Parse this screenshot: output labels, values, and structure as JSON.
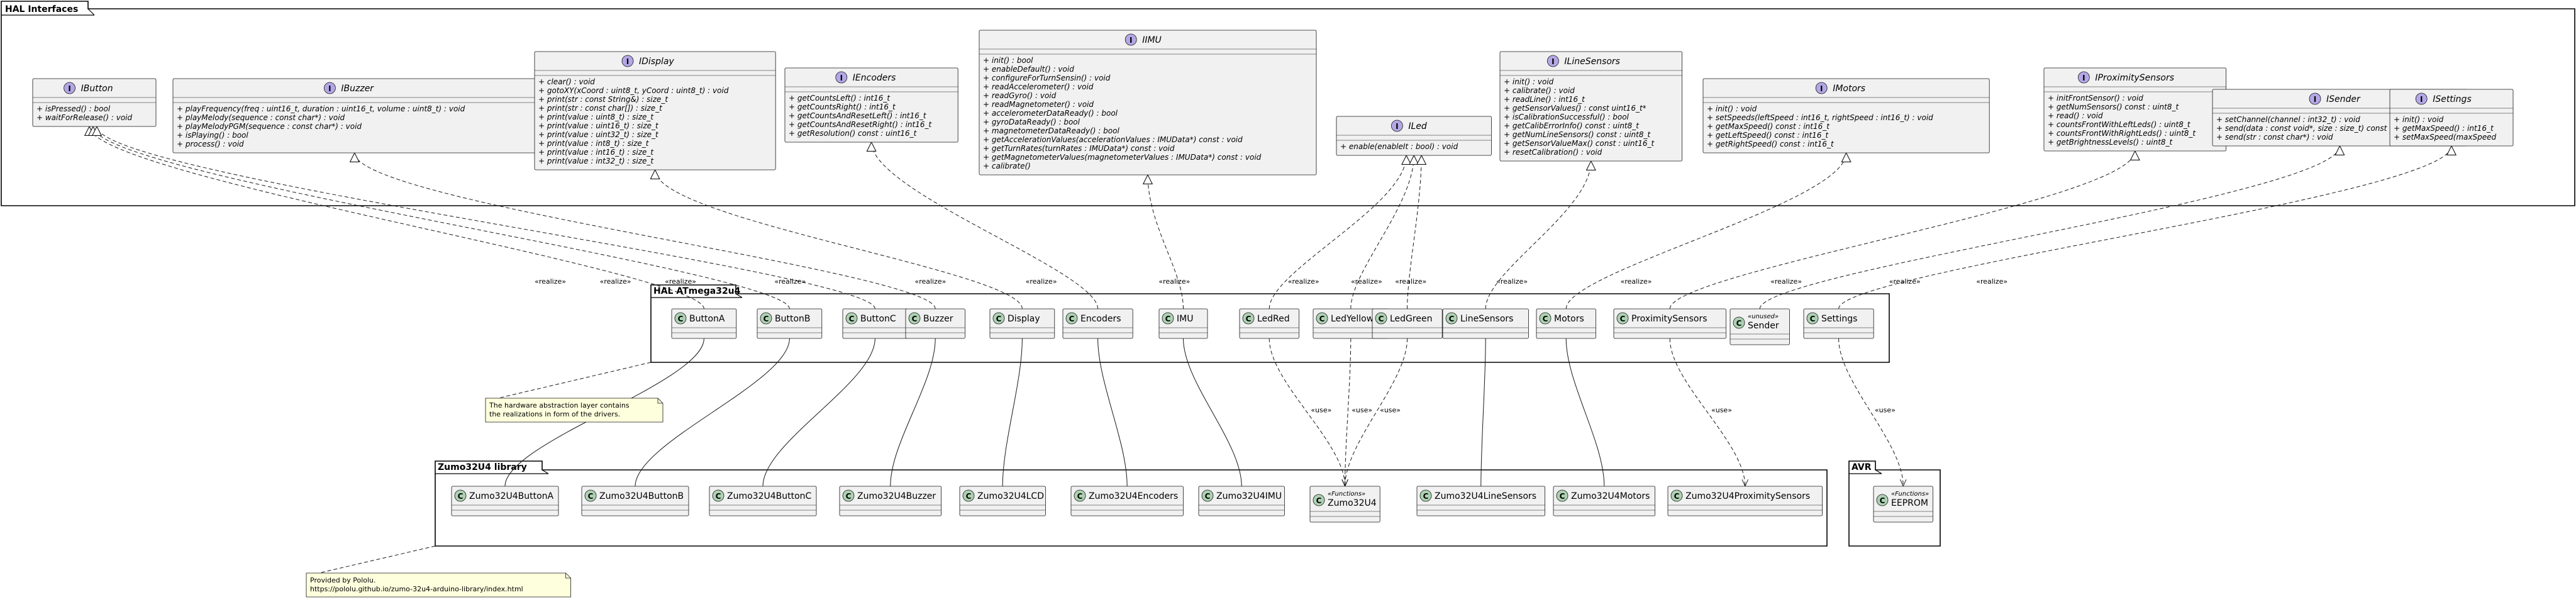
{
  "packages": {
    "hal_interfaces": "HAL Interfaces",
    "hal_atmega": "HAL ATmega32u4",
    "zumo": "Zumo32U4 library",
    "avr": "AVR"
  },
  "interfaces": [
    {
      "name": "IButton",
      "members": [
        "+ isPressed() : bool",
        "+ waitForRelease() : void"
      ]
    },
    {
      "name": "IBuzzer",
      "members": [
        "+ playFrequency(freq : uint16_t, duration : uint16_t, volume : uint8_t) : void",
        "+ playMelody(sequence : const char*) : void",
        "+ playMelodyPGM(sequence : const char*) : void",
        "+ isPlaying() : bool",
        "+ process() : void"
      ]
    },
    {
      "name": "IDisplay",
      "members": [
        "+ clear() : void",
        "+ gotoXY(xCoord : uint8_t, yCoord : uint8_t) : void",
        "+ print(str : const String&) : size_t",
        "+ print(str : const char[]) : size_t",
        "+ print(value : uint8_t) : size_t",
        "+ print(value : uint16_t) : size_t",
        "+ print(value : uint32_t) : size_t",
        "+ print(value : int8_t) : size_t",
        "+ print(value : int16_t) : size_t",
        "+ print(value : int32_t) : size_t"
      ]
    },
    {
      "name": "IEncoders",
      "members": [
        "+ getCountsLeft() : int16_t",
        "+ getCountsRight() : int16_t",
        "+ getCountsAndResetLeft() : int16_t",
        "+ getCountsAndResetRight() : int16_t",
        "+ getResolution() const : uint16_t"
      ]
    },
    {
      "name": "IIMU",
      "members": [
        "+ init() : bool",
        "+ enableDefault() : void",
        "+ configureForTurnSensin() : void",
        "+ readAccelerometer() : void",
        "+ readGyro() : void",
        "+ readMagnetometer() : void",
        "+ accelerometerDataReady() : bool",
        "+ gyroDataReady() : bool",
        "+ magnetometerDataReady() : bool",
        "+ getAccelerationValues(accelerationValues : IMUData*) const : void",
        "+ getTurnRates(turnRates : IMUData*) const : void",
        "+ getMagnetometerValues(magnetometerValues : IMUData*) const : void",
        "+ calibrate()"
      ]
    },
    {
      "name": "ILed",
      "members": [
        "+ enable(enableIt : bool) : void"
      ]
    },
    {
      "name": "ILineSensors",
      "members": [
        "+ init() : void",
        "+ calibrate() : void",
        "+ readLine() : int16_t",
        "+ getSensorValues() : const uint16_t*",
        "+ isCalibrationSuccessful() : bool",
        "+ getCalibErrorInfo() const : uint8_t",
        "+ getNumLineSensors() const : uint8_t",
        "+ getSensorValueMax() const : uint16_t",
        "+ resetCalibration() : void"
      ]
    },
    {
      "name": "IMotors",
      "members": [
        "+ init() : void",
        "+ setSpeeds(leftSpeed : int16_t, rightSpeed : int16_t) : void",
        "+ getMaxSpeed() const : int16_t",
        "+ getLeftSpeed() const : int16_t",
        "+ getRightSpeed() const : int16_t"
      ]
    },
    {
      "name": "IProximitySensors",
      "members": [
        "+ initFrontSensor() : void",
        "+ getNumSensors() const : uint8_t",
        "+ read() : void",
        "+ countsFrontWithLeftLeds() : uint8_t",
        "+ countsFrontWithRightLeds() : uint8_t",
        "+ getBrightnessLevels() : uint8_t"
      ]
    },
    {
      "name": "ISender",
      "members": [
        "+ setChannel(channel : int32_t) : void",
        "+ send(data : const void*, size : size_t) const : void",
        "+ send(str : const char*) : void"
      ]
    },
    {
      "name": "ISettings",
      "members": [
        "+ init() : void",
        "+ getMaxSpeed() : int16_t",
        "+ setMaxSpeed(maxSpeed"
      ]
    }
  ],
  "hal_classes": [
    {
      "name": "ButtonA",
      "stereo": ""
    },
    {
      "name": "ButtonB",
      "stereo": ""
    },
    {
      "name": "ButtonC",
      "stereo": ""
    },
    {
      "name": "Buzzer",
      "stereo": ""
    },
    {
      "name": "Display",
      "stereo": ""
    },
    {
      "name": "Encoders",
      "stereo": ""
    },
    {
      "name": "IMU",
      "stereo": ""
    },
    {
      "name": "LedRed",
      "stereo": ""
    },
    {
      "name": "LedYellow",
      "stereo": ""
    },
    {
      "name": "LedGreen",
      "stereo": ""
    },
    {
      "name": "LineSensors",
      "stereo": ""
    },
    {
      "name": "Motors",
      "stereo": ""
    },
    {
      "name": "ProximitySensors",
      "stereo": ""
    },
    {
      "name": "Sender",
      "stereo": "«unused»"
    },
    {
      "name": "Settings",
      "stereo": ""
    }
  ],
  "zumo_classes": [
    {
      "name": "Zumo32U4ButtonA",
      "stereo": ""
    },
    {
      "name": "Zumo32U4ButtonB",
      "stereo": ""
    },
    {
      "name": "Zumo32U4ButtonC",
      "stereo": ""
    },
    {
      "name": "Zumo32U4Buzzer",
      "stereo": ""
    },
    {
      "name": "Zumo32U4LCD",
      "stereo": ""
    },
    {
      "name": "Zumo32U4Encoders",
      "stereo": ""
    },
    {
      "name": "Zumo32U4IMU",
      "stereo": ""
    },
    {
      "name": "Zumo32U4",
      "stereo": "«Functions»"
    },
    {
      "name": "Zumo32U4LineSensors",
      "stereo": ""
    },
    {
      "name": "Zumo32U4Motors",
      "stereo": ""
    },
    {
      "name": "Zumo32U4ProximitySensors",
      "stereo": ""
    }
  ],
  "avr_classes": [
    {
      "name": "EEPROM",
      "stereo": "«Functions»"
    }
  ],
  "notes": {
    "hal": [
      "The hardware abstraction layer contains",
      "the realizations in form of the drivers."
    ],
    "zumo": [
      "Provided by Pololu.",
      "https://pololu.github.io/zumo-32u4-arduino-library/index.html"
    ]
  },
  "relation_labels": {
    "realize": "«realize»",
    "use": "«use»"
  },
  "realizations": [
    [
      "ButtonA",
      "IButton"
    ],
    [
      "ButtonB",
      "IButton"
    ],
    [
      "ButtonC",
      "IButton"
    ],
    [
      "Buzzer",
      "IBuzzer"
    ],
    [
      "Display",
      "IDisplay"
    ],
    [
      "Encoders",
      "IEncoders"
    ],
    [
      "IMU",
      "IIMU"
    ],
    [
      "LedRed",
      "ILed"
    ],
    [
      "LedYellow",
      "ILed"
    ],
    [
      "LedGreen",
      "ILed"
    ],
    [
      "LineSensors",
      "ILineSensors"
    ],
    [
      "Motors",
      "IMotors"
    ],
    [
      "ProximitySensors",
      "IProximitySensors"
    ],
    [
      "Sender",
      "ISender"
    ],
    [
      "Settings",
      "ISettings"
    ]
  ],
  "compositions": [
    [
      "ButtonA",
      "Zumo32U4ButtonA"
    ],
    [
      "ButtonB",
      "Zumo32U4ButtonB"
    ],
    [
      "ButtonC",
      "Zumo32U4ButtonC"
    ],
    [
      "Buzzer",
      "Zumo32U4Buzzer"
    ],
    [
      "Display",
      "Zumo32U4LCD"
    ],
    [
      "Encoders",
      "Zumo32U4Encoders"
    ],
    [
      "IMU",
      "Zumo32U4IMU"
    ],
    [
      "LineSensors",
      "Zumo32U4LineSensors"
    ],
    [
      "Motors",
      "Zumo32U4Motors"
    ]
  ],
  "uses": [
    [
      "LedRed",
      "Zumo32U4"
    ],
    [
      "LedYellow",
      "Zumo32U4"
    ],
    [
      "LedGreen",
      "Zumo32U4"
    ],
    [
      "ProximitySensors",
      "Zumo32U4ProximitySensors"
    ],
    [
      "Settings",
      "EEPROM"
    ]
  ],
  "colors": {
    "box_fill": "#F1F1F1",
    "box_stroke": "#181818",
    "interface_badge": "#B4A7E5",
    "class_badge": "#ADD1B2",
    "note_fill": "#FEFFDD",
    "line": "#181818"
  }
}
